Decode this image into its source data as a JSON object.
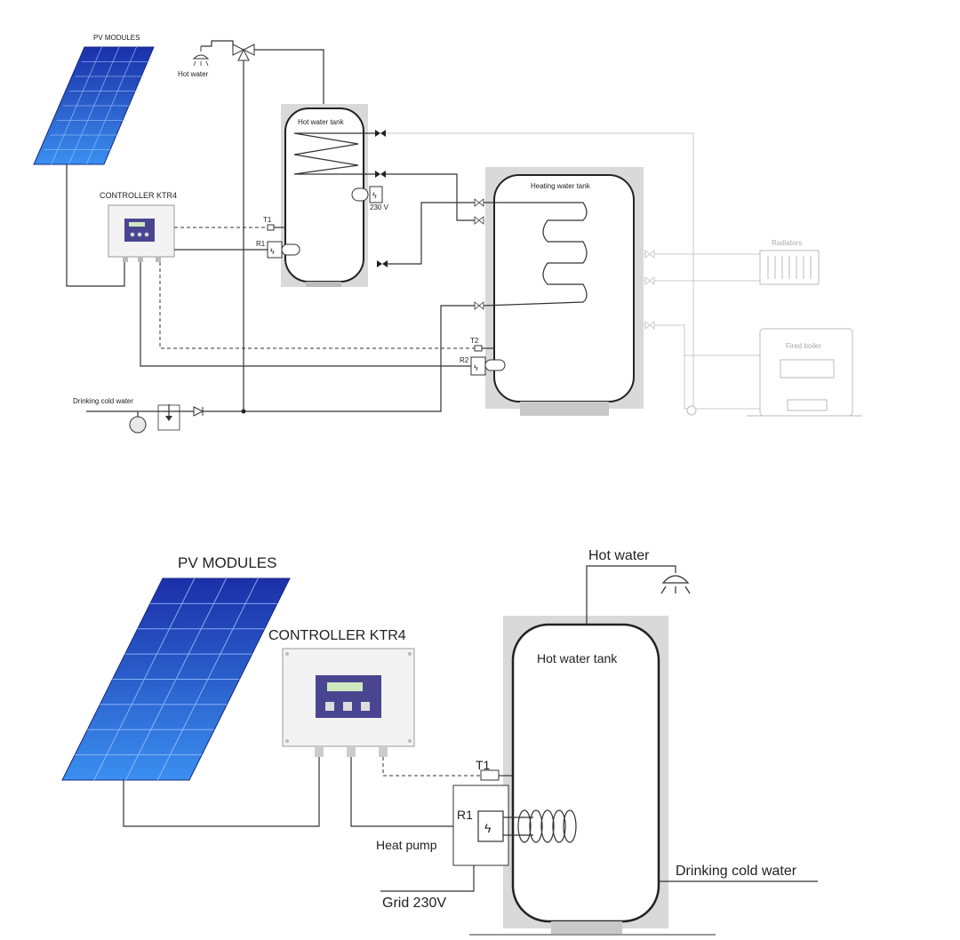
{
  "top_diagram": {
    "pv_label": "PV MODULES",
    "controller_label": "CONTROLLER KTR4",
    "hot_water_label": "Hot water",
    "hot_water_tank_label": "Hot water tank",
    "heating_water_tank_label": "Heating water tank",
    "radiators_label": "Radiators",
    "fired_boiler_label": "Fired boiler",
    "drinking_cold_water_label": "Drinking cold water",
    "t1_label": "T1",
    "t2_label": "T2",
    "r1_label": "R1",
    "r2_label": "R2",
    "voltage_label": "230 V"
  },
  "bottom_diagram": {
    "pv_label": "PV MODULES",
    "controller_label": "CONTROLLER KTR4",
    "hot_water_label": "Hot water",
    "hot_water_tank_label": "Hot water tank",
    "t1_label": "T1",
    "r1_label": "R1",
    "heat_pump_label": "Heat pump",
    "grid_label": "Grid 230V",
    "drinking_cold_water_label": "Drinking cold water"
  },
  "colors": {
    "panel_dark": "#1b2fa8",
    "panel_light": "#2f7de0",
    "controller_screen": "#4a4590",
    "tank_shadow": "#d9d9d9"
  }
}
